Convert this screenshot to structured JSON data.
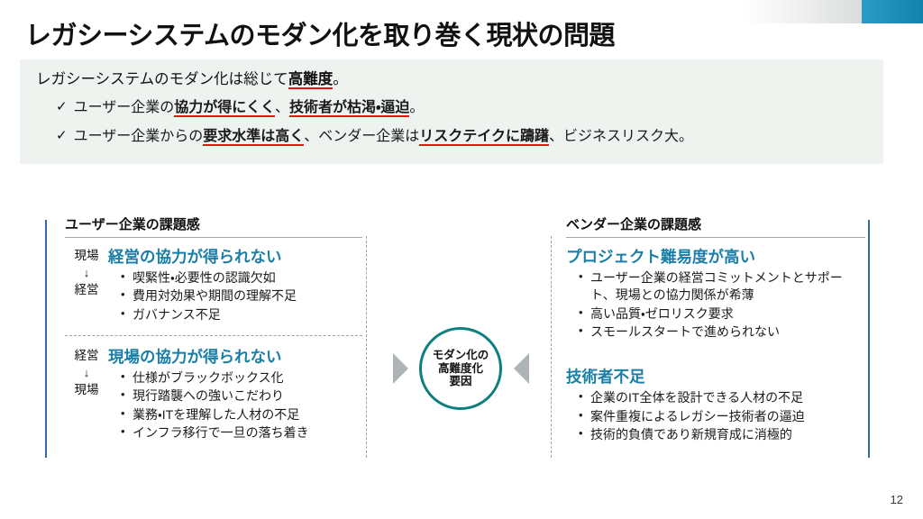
{
  "slide": {
    "title": "レガシーシステムのモダン化を取り巻く現状の問題",
    "page_number": "12"
  },
  "header_decoration": {
    "gradient_from": "#ffffff",
    "gradient_to": "#d9dcdd",
    "accent_color": "#1283ab"
  },
  "banner": {
    "background": "#eef3ef",
    "lead": {
      "before": "レガシーシステムのモダン化は総じて",
      "emphasis": "高難度",
      "after": "。"
    },
    "checks": [
      {
        "icon": "check-icon",
        "parts": [
          {
            "text": "ユーザー企業の",
            "emphasis": false
          },
          {
            "text": "協力が得にくく",
            "emphasis": true
          },
          {
            "text": "、",
            "emphasis": false
          },
          {
            "text": "技術者が枯渇・逼迫",
            "emphasis": true
          },
          {
            "text": "。",
            "emphasis": false
          }
        ]
      },
      {
        "icon": "check-icon",
        "parts": [
          {
            "text": "ユーザー企業からの",
            "emphasis": false
          },
          {
            "text": "要求水準は高く",
            "emphasis": true
          },
          {
            "text": "、ベンダー企業は",
            "emphasis": false
          },
          {
            "text": "リスクテイクに躊躇",
            "emphasis": true
          },
          {
            "text": "、ビジネスリスク大。",
            "emphasis": false
          }
        ]
      }
    ],
    "emphasis_underline_color": "#ee1111"
  },
  "diagram": {
    "accent_rail_color": "#2e6da4",
    "heading_color": "#1a7fa8",
    "left_panel": {
      "heading": "ユーザー企業の課題感",
      "blocks": [
        {
          "flow_from": "現場",
          "flow_arrow": "↓",
          "flow_to": "経営",
          "title": "経営の協力が得られない",
          "bullets": [
            "喫緊性・必要性の認識欠如",
            "費用対効果や期間の理解不足",
            "ガバナンス不足"
          ]
        },
        {
          "flow_from": "経営",
          "flow_arrow": "↓",
          "flow_to": "現場",
          "title": "現場の協力が得られない",
          "bullets": [
            "仕様がブラックボックス化",
            "現行踏襲への強いこだわり",
            "業務・ITを理解した人材の不足",
            "インフラ移行で一旦の落ち着き"
          ]
        }
      ]
    },
    "right_panel": {
      "heading": "ベンダー企業の課題感",
      "blocks": [
        {
          "title": "プロジェクト難易度が高い",
          "bullets": [
            "ユーザー企業の経営コミットメントとサポート、現場との協力関係が希薄",
            "高い品質・ゼロリスク要求",
            "スモールスタートで進められない"
          ]
        },
        {
          "title": "技術者不足",
          "bullets": [
            "企業のIT全体を設計できる人材の不足",
            "案件重複によるレガシー技術者の逼迫",
            "技術的負債であり新規育成に消極的"
          ]
        }
      ]
    },
    "center_node": {
      "ring_color": "#0e7f7f",
      "lines": [
        "モダン化の",
        "高難度化",
        "要因"
      ]
    },
    "arrows": {
      "color": "#adb4b6",
      "left_label": "arrow-right-icon",
      "right_label": "arrow-left-icon"
    }
  }
}
